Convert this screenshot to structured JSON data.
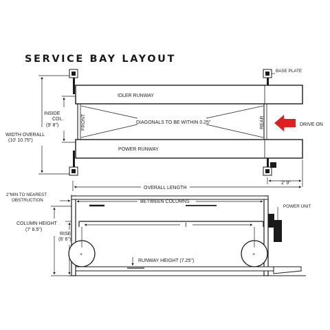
{
  "title": "SERVICE BAY LAYOUT",
  "top_view": {
    "idler_runway": "IDLER RUNWAY",
    "power_runway": "POWER RUNWAY",
    "diagonals_note": "DIAGONALS TO BE WITHIN 0.25\"",
    "front": "FRONT",
    "rear": "REAR",
    "drive_on": "DRIVE ON",
    "base_plate": "BASE PLATE",
    "inside_col_line1": "INSIDE",
    "inside_col_line2": "COL.",
    "inside_col_value": "(9' 8\")",
    "width_overall_line1": "WIDTH OVERALL",
    "width_overall_value": "(10' 10.75\")",
    "overall_length": "OVERALL LENGTH",
    "rear_offset": "2' 9\"",
    "arrow_color": "#e02020"
  },
  "side_view": {
    "min_obstruction_line1": "2\"MIN TO NEAREST",
    "min_obstruction_line2": "OBSTRUCTION",
    "between_columns": "BETWEEN COLUMNS",
    "power_unit": "POWER UNIT",
    "column_height_line1": "COLUMN HEIGHT",
    "column_height_value": "(7' 6.5\")",
    "rise_line1": "RISE",
    "rise_value": "(6' 6\")",
    "runway_height": "RUNWAY HEIGHT (7.25\")",
    "center_mark": "I"
  }
}
